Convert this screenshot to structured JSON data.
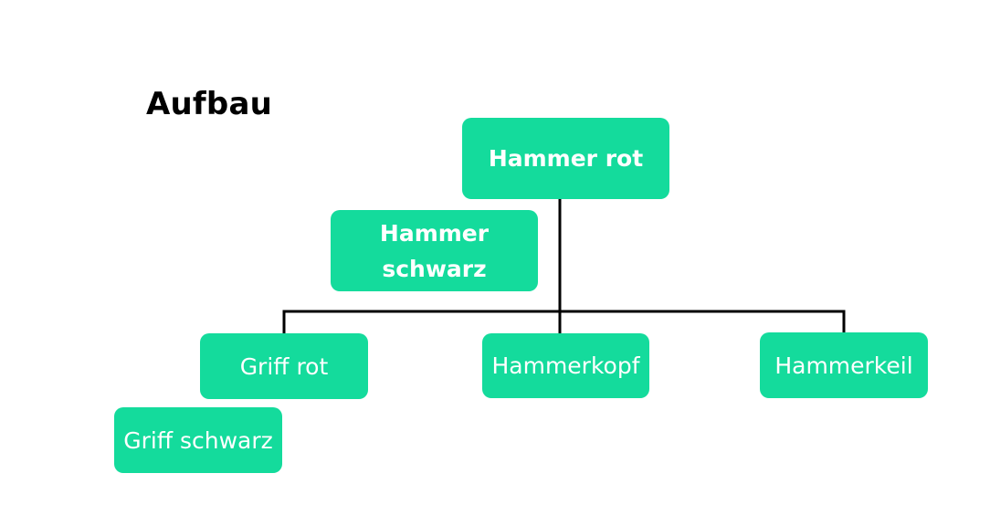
{
  "title": "Aufbau",
  "colors": {
    "node_fill": "#14db9c",
    "node_text": "#ffffff",
    "connector": "#000000",
    "title_text": "#000000"
  },
  "nodes": {
    "root": "Hammer rot",
    "root_alternative": "Hammer schwarz",
    "child_1": "Griff rot",
    "child_1_alternative": "Griff schwarz",
    "child_2": "Hammerkopf",
    "child_3": "Hammerkeil"
  }
}
